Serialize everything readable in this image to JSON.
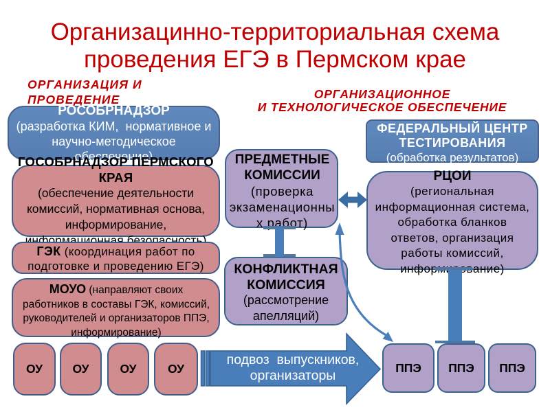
{
  "slide": {
    "title": "Организацинно-территориальная схема\nпроведения ЕГЭ в Пермском крае",
    "left_header": "ОРГАНИЗАЦИЯ И\nПРОВЕДЕНИЕ",
    "right_header": "ОРГАНИЗАЦИОННОЕ\nИ ТЕХНОЛОГИЧЕСКОЕ ОБЕСПЕЧЕНИЕ"
  },
  "boxes": {
    "rosobrnadzor": {
      "title": "РОСОБРНАДЗОР",
      "body": "(разработка КИМ,  нормативное и\nнаучно-методическое\nобеспечение)"
    },
    "gosobrnadzor": {
      "title": "ГОСОБРНАДЗОР ПЕРМСКОГО\nКРАЯ",
      "body": "(обеспечение деятельности\nкомиссий, нормативная основа,\nинформирование,\nинформационная безопасность)"
    },
    "gek": {
      "title": "ГЭК",
      "body": "(координация работ по\nподготовке и проведению ЕГЭ)"
    },
    "mouo": {
      "title": "МОУО",
      "body": "(направляют своих\nработников в составы ГЭК, комиссий,\nруководителей и организаторов ППЭ,\nинформирование)"
    },
    "subject_commissions": {
      "title": "ПРЕДМЕТНЫЕ\nКОМИССИИ",
      "body": "(проверка\nэкзаменационны\nх работ)"
    },
    "conflict_commission": {
      "title": "КОНФЛИКТНАЯ\nКОМИССИЯ",
      "body": "(рассмотрение\nапелляций)"
    },
    "federal_testing_center": {
      "title": "ФЕДЕРАЛЬНЫЙ ЦЕНТР\nТЕСТИРОВАНИЯ",
      "body": "(обработка результатов)"
    },
    "rcoi": {
      "title": "РЦОИ",
      "body": "(региональная\nинформационная система,\nобработка бланков\nответов, организация\nработы комиссий,\nинформирование)"
    }
  },
  "ou_labels": [
    "ОУ",
    "ОУ",
    "ОУ",
    "ОУ"
  ],
  "ppe_labels": [
    "ППЭ",
    "ППЭ",
    "ППЭ"
  ],
  "transfer_arrow": {
    "label": "подвоз  выпускников,\nорганизаторы"
  },
  "colors": {
    "title_red": "#c00000",
    "blue_fill": "#5b84b8",
    "pink_fill": "#d08c8e",
    "purple_fill": "#b1a0c7",
    "connector_blue": "#4a7ebb",
    "dark_arrow_blue": "#3a6da6",
    "border_blue": "#3f5e8c"
  }
}
